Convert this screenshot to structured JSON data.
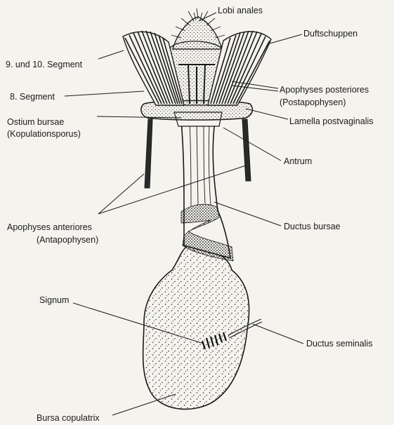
{
  "figure": {
    "labels": {
      "lobi_anales": "Lobi anales",
      "duftschuppen": "Duftschuppen",
      "segment_9_10": "9. und 10. Segment",
      "apophyses_posteriores": "Apophyses posteriores",
      "postapophysen": "(Postapophysen)",
      "segment_8": "8. Segment",
      "ostium_bursae": "Ostium bursae",
      "kopulationsporus": "(Kopulationsporus)",
      "lamella_postvaginalis": "Lamella postvaginalis",
      "antrum": "Antrum",
      "apophyses_anteriores": "Apophyses anteriores",
      "antapophysen": "(Antapophysen)",
      "ductus_bursae": "Ductus bursae",
      "signum": "Signum",
      "ductus_seminalis": "Ductus seminalis",
      "bursa_copulatrix": "Bursa copulatrix"
    }
  }
}
